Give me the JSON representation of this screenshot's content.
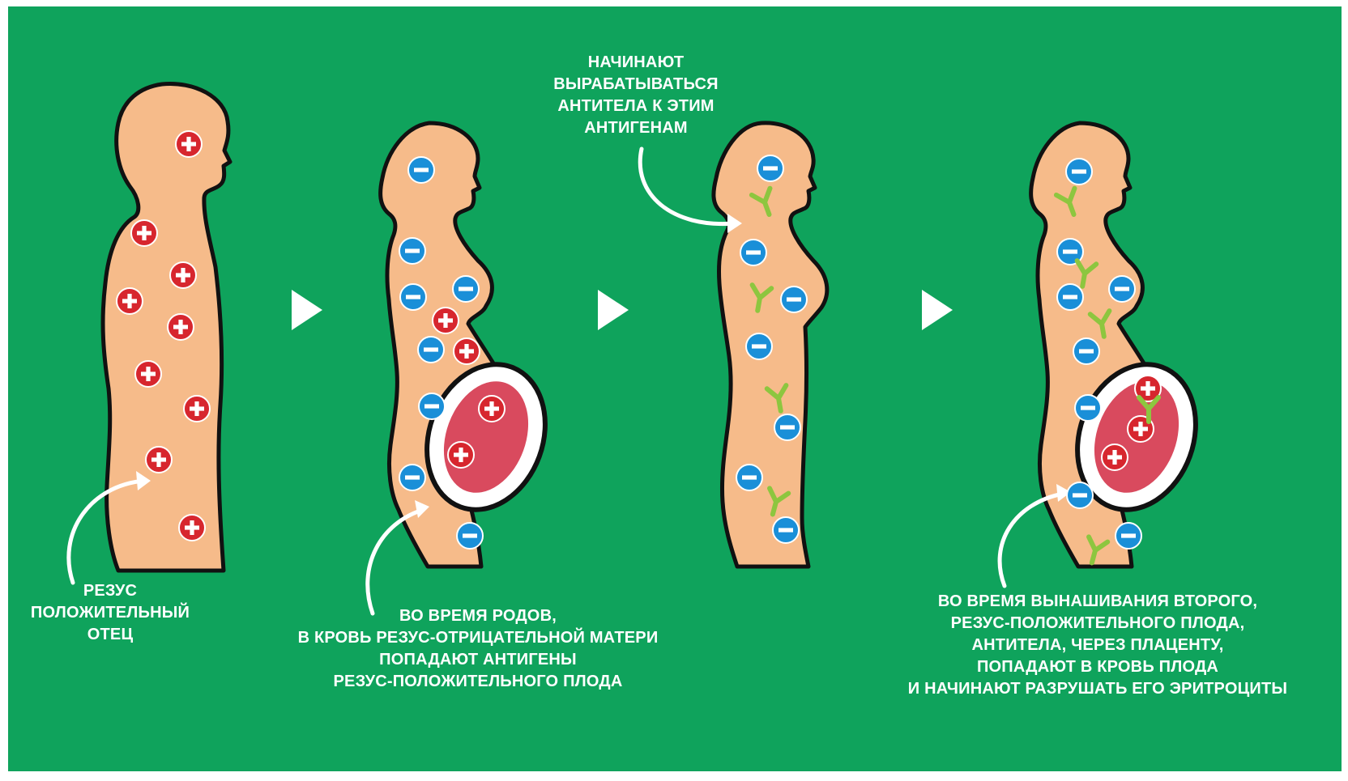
{
  "colors": {
    "background": "#0fa35c",
    "body_fill": "#f6bb8a",
    "outline": "#111111",
    "positive_antigen": "#d7262e",
    "negative_antigen": "#1a8fd8",
    "antibody": "#8dc63f",
    "fetus_fill": "#d94a5e",
    "text": "#ffffff"
  },
  "icons": {
    "positive": "plus-circle-icon",
    "negative": "minus-circle-icon",
    "antibody": "y-antibody-icon",
    "step": "play-arrow-icon"
  },
  "stages": [
    {
      "name": "father",
      "caption_lines": [
        "РЕЗУС",
        "ПОЛОЖИТЕЛЬНЫЙ",
        "ОТЕЦ"
      ]
    },
    {
      "name": "first-pregnancy",
      "caption_lines": [
        "ВО ВРЕМЯ РОДОВ,",
        "В КРОВЬ РЕЗУС-ОТРИЦАТЕЛЬНОЙ МАТЕРИ",
        "ПОПАДАЮТ АНТИГЕНЫ",
        "РЕЗУС-ПОЛОЖИТЕЛЬНОГО ПЛОДА"
      ]
    },
    {
      "name": "antibody-production",
      "caption_lines": [
        "НАЧИНАЮТ",
        "ВЫРАБАТЫВАТЬСЯ",
        "АНТИТЕЛА К ЭТИМ",
        "АНТИГЕНАМ"
      ]
    },
    {
      "name": "second-pregnancy",
      "caption_lines": [
        "ВО ВРЕМЯ ВЫНАШИВАНИЯ ВТОРОГО,",
        "РЕЗУС-ПОЛОЖИТЕЛЬНОГО ПЛОДА,",
        "АНТИТЕЛА, ЧЕРЕЗ ПЛАЦЕНТУ,",
        "ПОПАДАЮТ В КРОВЬ ПЛОДА",
        "И НАЧИНАЮТ РАЗРУШАТЬ ЕГО ЭРИТРОЦИТЫ"
      ]
    }
  ]
}
